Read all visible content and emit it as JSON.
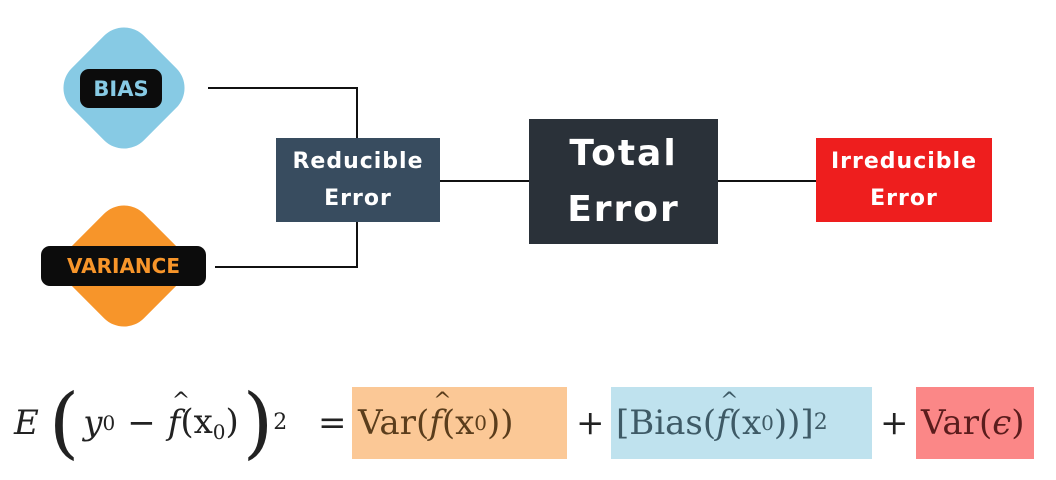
{
  "bias": {
    "label": "BIAS",
    "color": "#87cae4"
  },
  "variance": {
    "label": "VARIANCE",
    "color": "#f7952a"
  },
  "reducible_error": {
    "label": "Reducible\nError",
    "color": "#384c5f"
  },
  "total_error": {
    "label": "Total\nError",
    "color": "#2a3139"
  },
  "irreducible_error": {
    "label": "Irreducible\nError",
    "color": "#ee1e1e"
  },
  "formula": {
    "lhs_E": "E",
    "lhs_y": "y",
    "lhs_sub0": "0",
    "lhs_minus": "−",
    "lhs_f": "f",
    "lhs_arg": "(x",
    "lhs_arg_sub": "0",
    "lhs_arg_close": ")",
    "lhs_sup": "2",
    "equals": "=",
    "var_term": "Var(",
    "var_f": "f",
    "var_arg": "(x",
    "var_arg_sub": "0",
    "var_close": "))",
    "plus1": "+",
    "bias_term": "[Bias(",
    "bias_f": "f",
    "bias_arg": "(x",
    "bias_arg_sub": "0",
    "bias_close": "))]",
    "bias_sup": "2",
    "plus2": "+",
    "noise_term": "Var(",
    "noise_eps": "ϵ",
    "noise_close": ")",
    "colors": {
      "var_bg": "#fbc896",
      "bias_bg": "#bfe2ee",
      "noise_bg": "#fb8787"
    }
  }
}
